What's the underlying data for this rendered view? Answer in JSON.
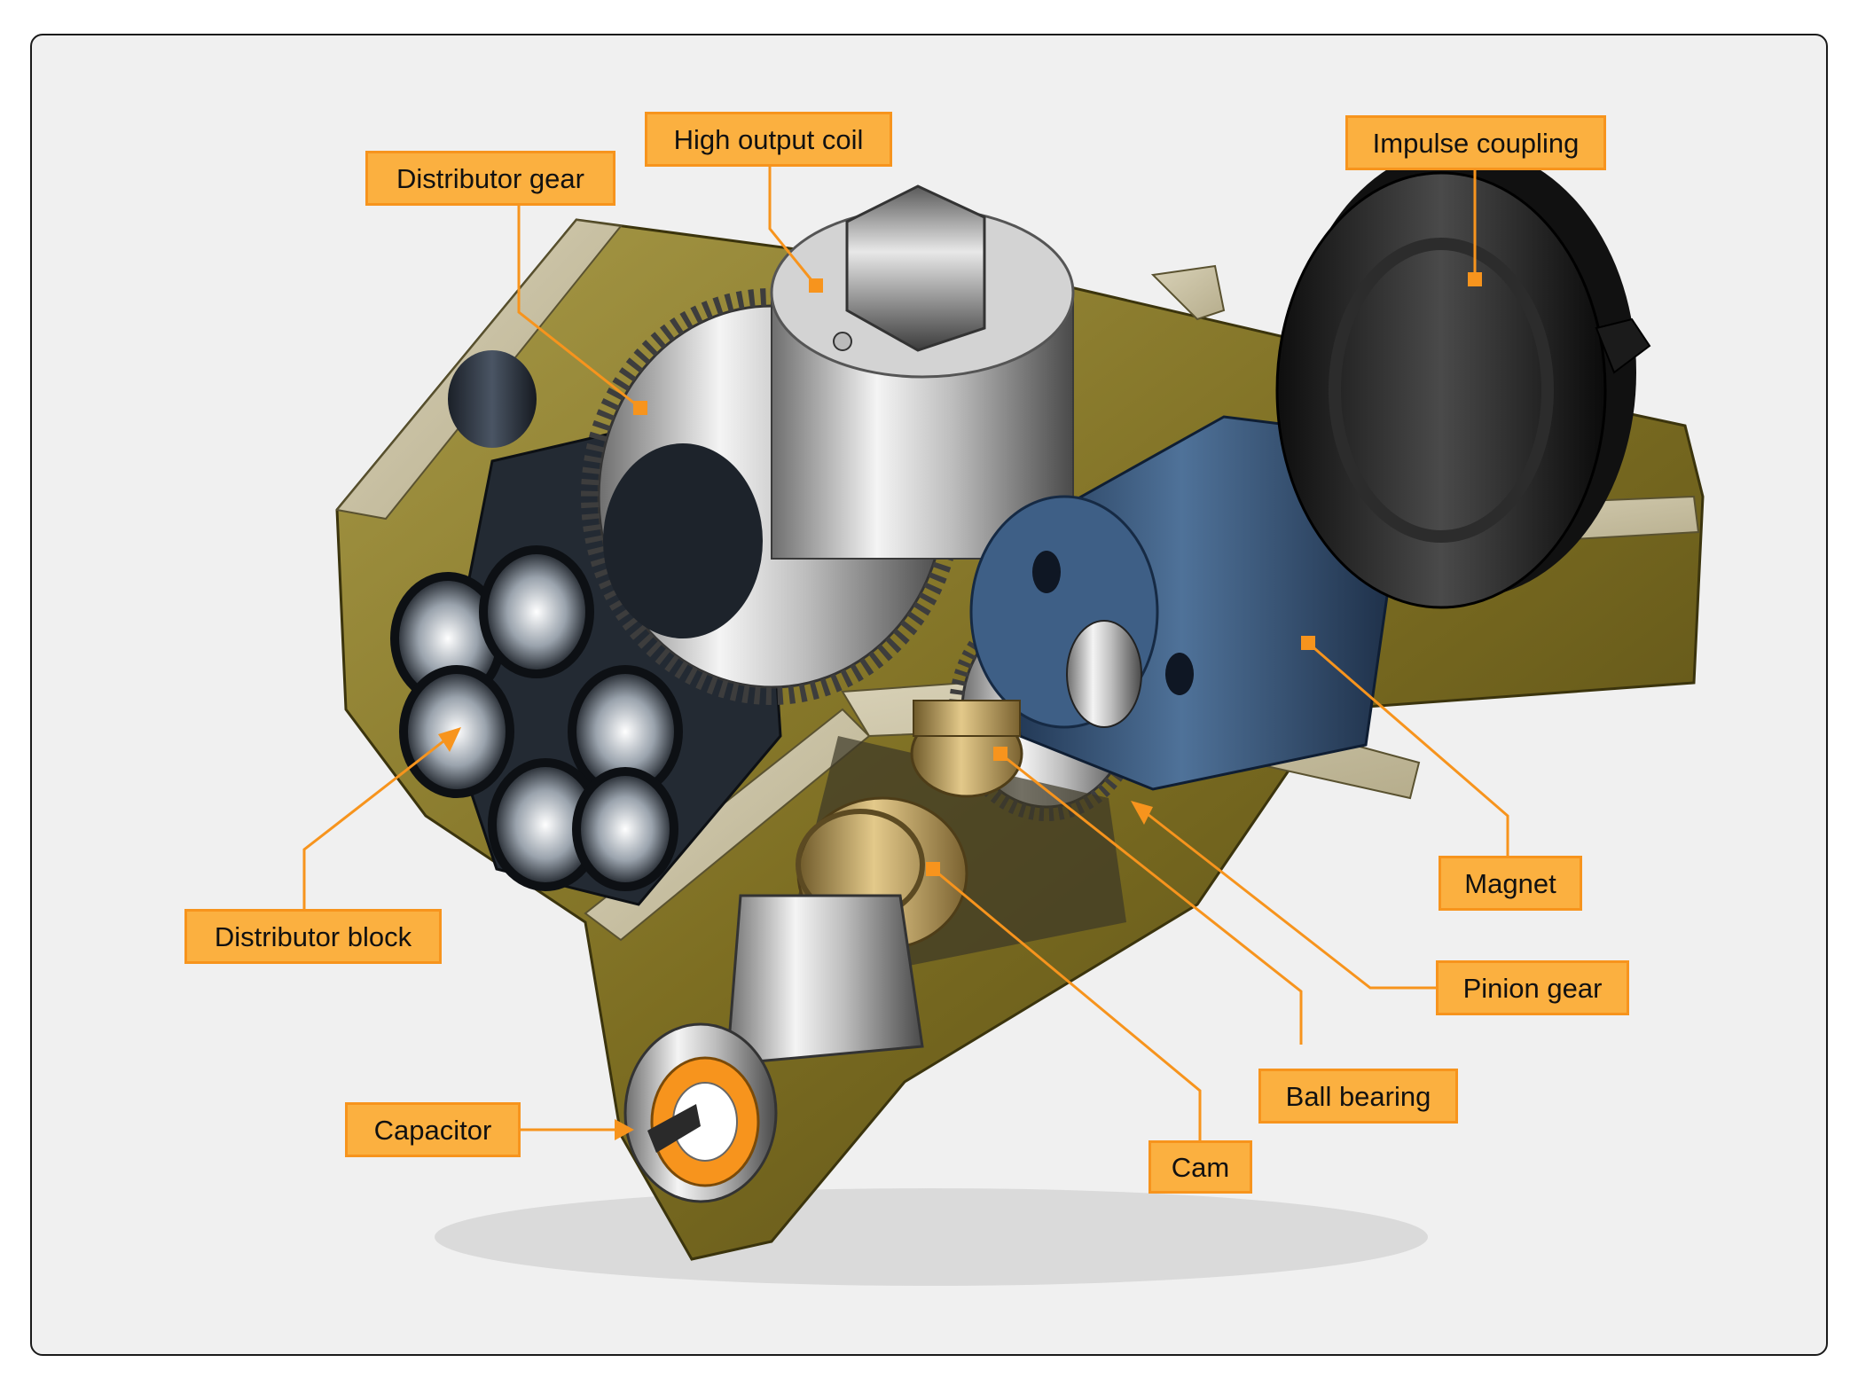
{
  "labels": {
    "high_output_coil": "High output coil",
    "distributor_gear": "Distributor gear",
    "impulse_coupling": "Impulse coupling",
    "distributor_block": "Distributor block",
    "magnet": "Magnet",
    "pinion_gear": "Pinion gear",
    "ball_bearing": "Ball bearing",
    "capacitor": "Capacitor",
    "cam": "Cam"
  },
  "colors": {
    "background": "#f0f0f0",
    "callout_fill": "#fbb040",
    "callout_border": "#f7941d",
    "leader_line": "#f7941d",
    "housing": "#8a7a2e",
    "magnet": "#2f4a6b",
    "distributor_block": "#2c3440"
  }
}
